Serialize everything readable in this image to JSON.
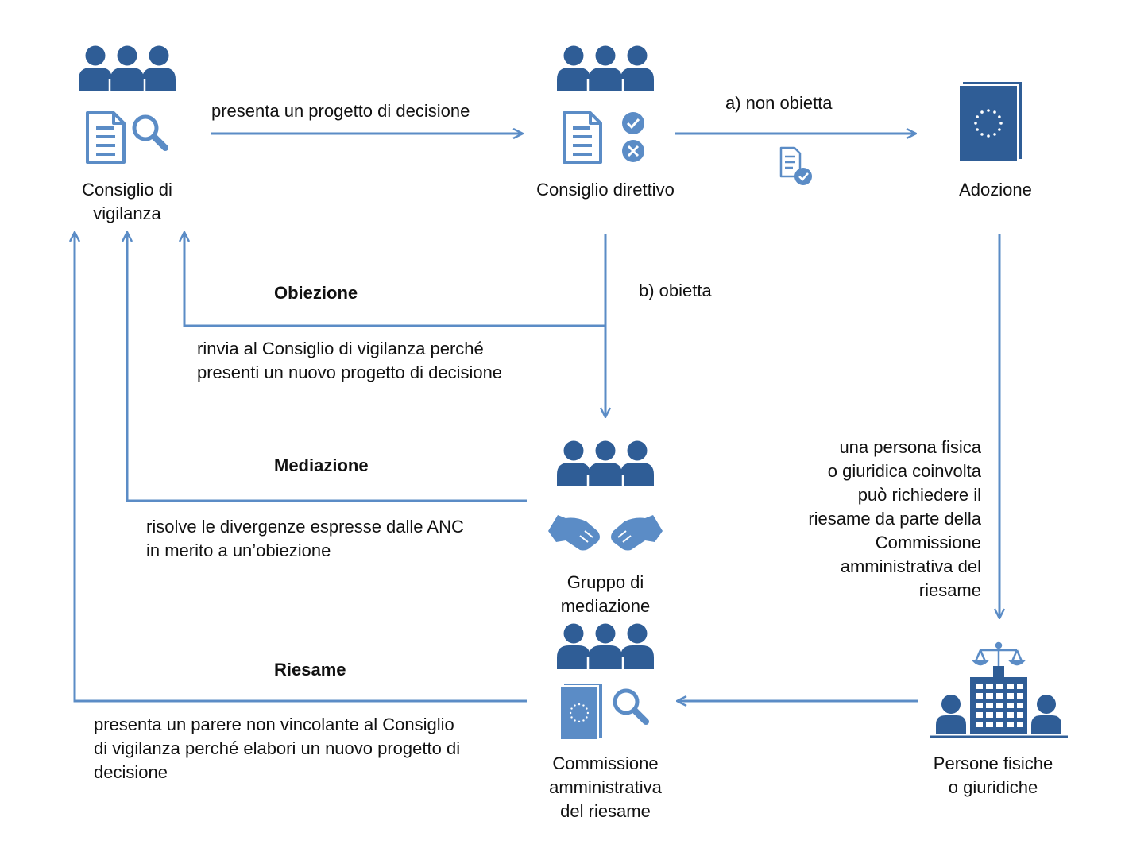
{
  "colors": {
    "primary": "#2f5d96",
    "arrow": "#5b8cc6",
    "icon_light": "#5b8cc6"
  },
  "nodes": {
    "supervisory_board": {
      "label": "Consiglio di\nvigilanza",
      "icons": [
        "people-group-icon",
        "document-icon",
        "magnifier-icon"
      ]
    },
    "governing_council": {
      "label": "Consiglio direttivo",
      "icons": [
        "people-group-icon",
        "document-icon",
        "check-circle-icon",
        "x-circle-icon"
      ]
    },
    "adoption": {
      "label": "Adozione",
      "icons": [
        "eu-book-icon"
      ]
    },
    "mediation_panel": {
      "label": "Gruppo di\nmediazione",
      "icons": [
        "people-group-icon",
        "handshake-icon"
      ]
    },
    "review_board": {
      "label": "Commissione\namministrativa\ndel riesame",
      "icons": [
        "people-group-icon",
        "eu-book-icon",
        "magnifier-icon"
      ]
    },
    "persons": {
      "label": "Persone fisiche\no giuridiche",
      "icons": [
        "scales-icon",
        "building-icon",
        "person-icon"
      ]
    }
  },
  "edges": {
    "submit_draft": "presenta un progetto di decisione",
    "not_object": "a) non obietta",
    "objects": "b) obietta",
    "request_review": "una persona fisica\no giuridica coinvolta\npuò richiedere il\nriesame da parte della\nCommissione\namministrativa del\nriesame"
  },
  "sections": {
    "objection": {
      "title": "Obiezione",
      "description": "rinvia al Consiglio di vigilanza perché\npresenti un nuovo progetto di decisione"
    },
    "mediation": {
      "title": "Mediazione",
      "description": "risolve le divergenze espresse dalle ANC\nin merito a un’obiezione"
    },
    "review": {
      "title": "Riesame",
      "description": "presenta un parere non vincolante al Consiglio\ndi vigilanza perché elabori un nuovo progetto di\ndecisione"
    }
  }
}
